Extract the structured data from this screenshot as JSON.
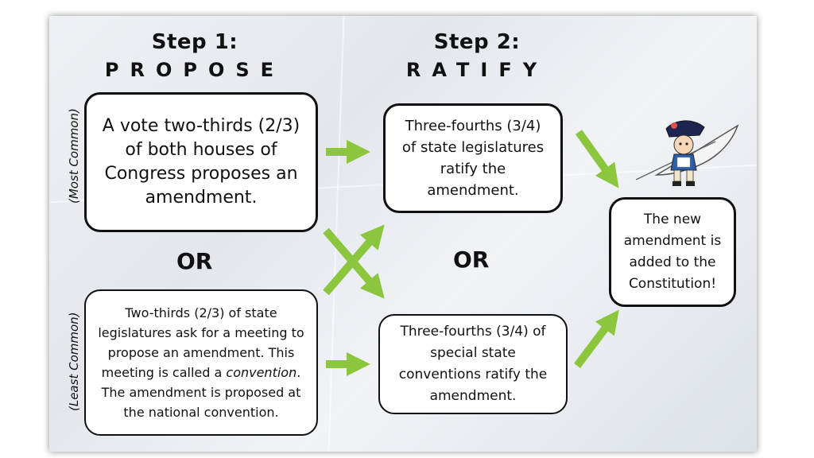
{
  "step1": {
    "title": "Step 1:",
    "word": "PROPOSE"
  },
  "step2": {
    "title": "Step 2:",
    "word": "RATIFY"
  },
  "side_labels": {
    "top": "(Most Common)",
    "bottom": "(Least Common)"
  },
  "boxes": {
    "propose_congress": "A vote two-thirds (2/3) of both houses of Congress proposes an amendment.",
    "propose_convention_a": "Two-thirds (2/3) of state legislatures ask for a meeting to propose an amendment. This meeting is called a ",
    "propose_convention_em": "convention",
    "propose_convention_b": ". The amendment is proposed at the national convention.",
    "ratify_legislatures": "Three-fourths (3/4) of state legislatures ratify the amendment.",
    "ratify_conventions": "Three-fourths (3/4) of special state conventions ratify the amendment.",
    "result": "The new amendment is added to the Constitution!"
  },
  "or_label": "OR",
  "colors": {
    "arrow": "#8cc63f",
    "border": "#111111",
    "paper": "#e8ebef"
  },
  "icons": [
    "quill-pen-character-icon"
  ]
}
